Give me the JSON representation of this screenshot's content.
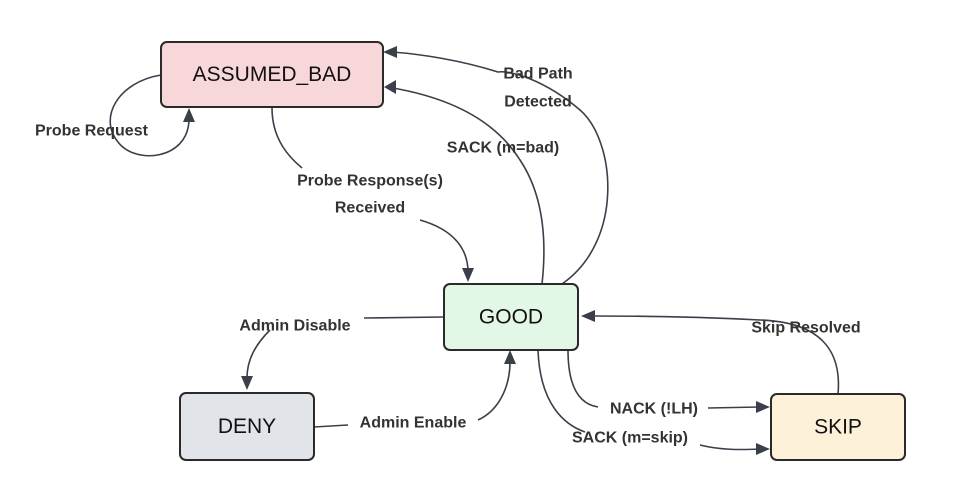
{
  "states": {
    "assumed_bad": {
      "label": "ASSUMED_BAD",
      "fill": "#f8d7da"
    },
    "good": {
      "label": "GOOD",
      "fill": "#e3f7e6"
    },
    "deny": {
      "label": "DENY",
      "fill": "#e1e4e9"
    },
    "skip": {
      "label": "SKIP",
      "fill": "#fdf1d9"
    }
  },
  "transitions": {
    "probe_request": "Probe Request",
    "bad_path_line1": "Bad Path",
    "bad_path_line2": "Detected",
    "sack_bad": "SACK (m=bad)",
    "probe_response_line1": "Probe Response(s)",
    "probe_response_line2": "Received",
    "admin_disable": "Admin Disable",
    "admin_enable": "Admin Enable",
    "skip_resolved": "Skip Resolved",
    "nack_lh": "NACK (!LH)",
    "sack_skip": "SACK (m=skip)"
  },
  "colors": {
    "edge": "#3a3f4a",
    "box_border": "#2a2a2a"
  }
}
